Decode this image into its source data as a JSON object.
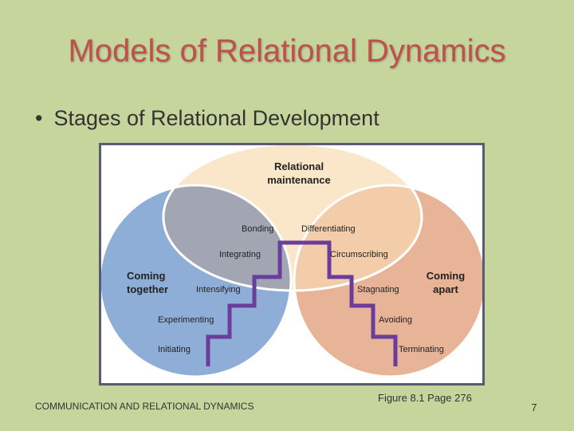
{
  "slide": {
    "title": "Models of Relational Dynamics",
    "bullet": "Stages of Relational Development",
    "footer_left": "COMMUNICATION AND RELATIONAL DYNAMICS",
    "caption": "Figure 8.1 Page 276",
    "page_number": "7"
  },
  "figure": {
    "regions": {
      "top_line1": "Relational",
      "top_line2": "maintenance",
      "left_line1": "Coming",
      "left_line2": "together",
      "right_line1": "Coming",
      "right_line2": "apart"
    },
    "stages": {
      "bonding": "Bonding",
      "differentiating": "Differentiating",
      "integrating": "Integrating",
      "circumscribing": "Circumscribing",
      "intensifying": "Intensifying",
      "stagnating": "Stagnating",
      "experimenting": "Experimenting",
      "avoiding": "Avoiding",
      "initiating": "Initiating",
      "terminating": "Terminating"
    },
    "colors": {
      "left_circle": "#8eaed8",
      "right_circle": "#e8b497",
      "top_circle": "#fae6c8",
      "overlap_left": "#a2a6b3",
      "overlap_right": "#f3cda9",
      "center": "#e2d6c8",
      "staircase": "#6a3d9a"
    }
  }
}
